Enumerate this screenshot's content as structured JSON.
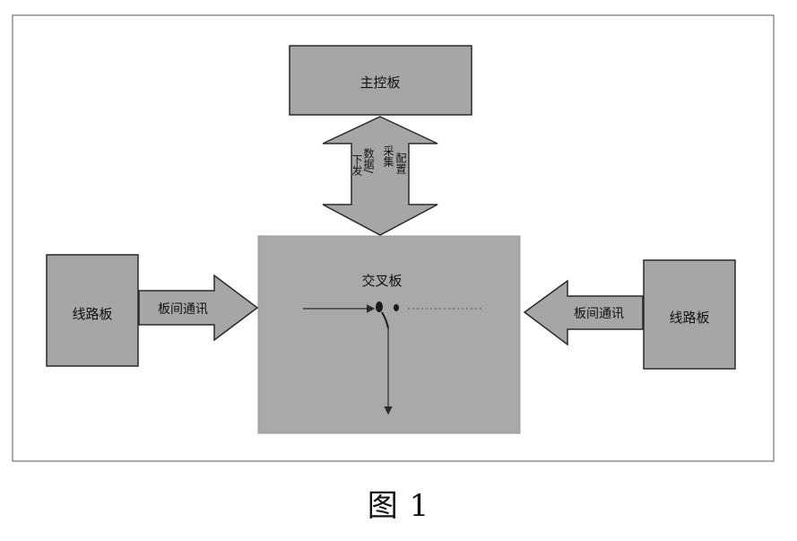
{
  "diagram": {
    "main_control_board": "主控板",
    "cross_board": "交叉板",
    "line_card_left": "线路板",
    "line_card_right": "线路板",
    "inter_board_comm_left": "板间通讯",
    "inter_board_comm_right": "板间通讯",
    "config_data_col1": "下发",
    "config_data_col2": "数据/",
    "config_data_col3": "采集",
    "config_data_col4": "配置"
  },
  "caption": "图 1",
  "colors": {
    "box_fill": "#a6a6a6",
    "cross_fill": "#a9a9a9",
    "arrow_fill": "#a6a6a6",
    "stroke": "#2a2a2a",
    "frame": "#555555"
  }
}
